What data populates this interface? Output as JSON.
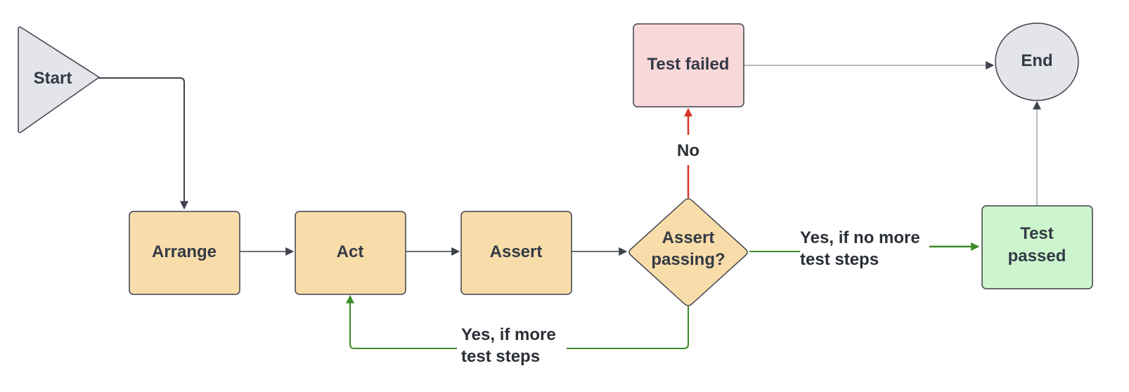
{
  "nodes": {
    "start": "Start",
    "arrange": "Arrange",
    "act": "Act",
    "assert": "Assert",
    "decision_line1": "Assert",
    "decision_line2": "passing?",
    "failed": "Test failed",
    "passed_line1": "Test",
    "passed_line2": "passed",
    "end": "End"
  },
  "edge_labels": {
    "no": "No",
    "yes_no_more_line1": "Yes, if no more",
    "yes_no_more_line2": "test steps",
    "yes_more_line1": "Yes, if more",
    "yes_more_line2": "test steps"
  },
  "colors": {
    "process_fill": "#f8dcaa",
    "terminal_fill": "#e3e5ea",
    "failed_fill": "#f9d8da",
    "passed_fill": "#cdf5cd",
    "stroke": "#3d424b",
    "edge_dark": "#3d424b",
    "edge_gray": "#8a8e95",
    "edge_red": "#d8352a",
    "edge_green": "#3c8a28"
  }
}
